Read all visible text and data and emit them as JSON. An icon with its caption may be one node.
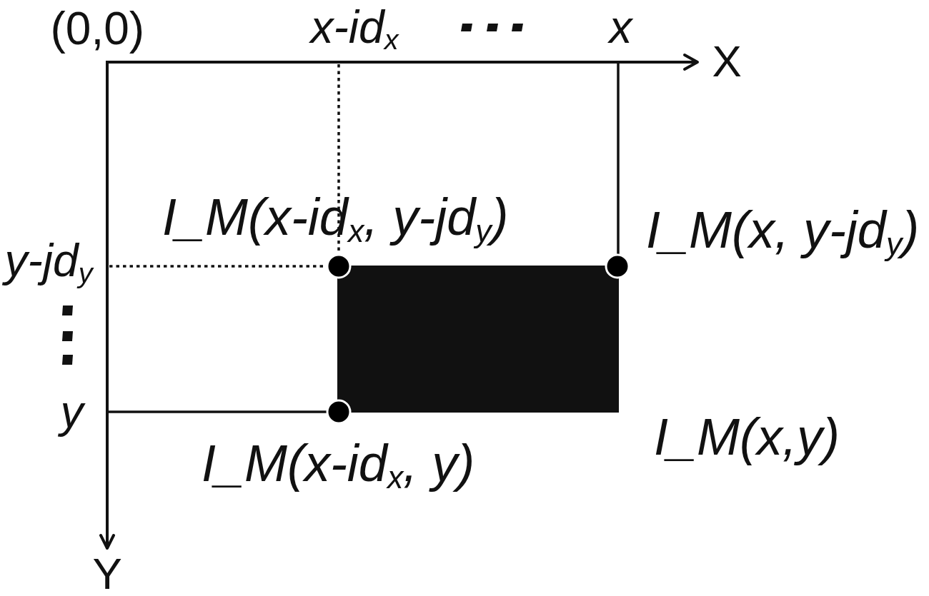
{
  "diagram": {
    "nodes": [
      {
        "text": [],
        "shape": "box"
      }
    ],
    "labels": [
      "(0,0)",
      "x-id$_{x}$",
      "x",
      "X",
      "I_M(x-id$_{x}$, y-jd$_{y}$)",
      "I_M(x, y-jd$_{y}$)",
      "y-jd$_{y}$",
      "y",
      "I_M(x,y)",
      "I_M(x-id$_{x}$, y)",
      "Y"
    ]
  }
}
